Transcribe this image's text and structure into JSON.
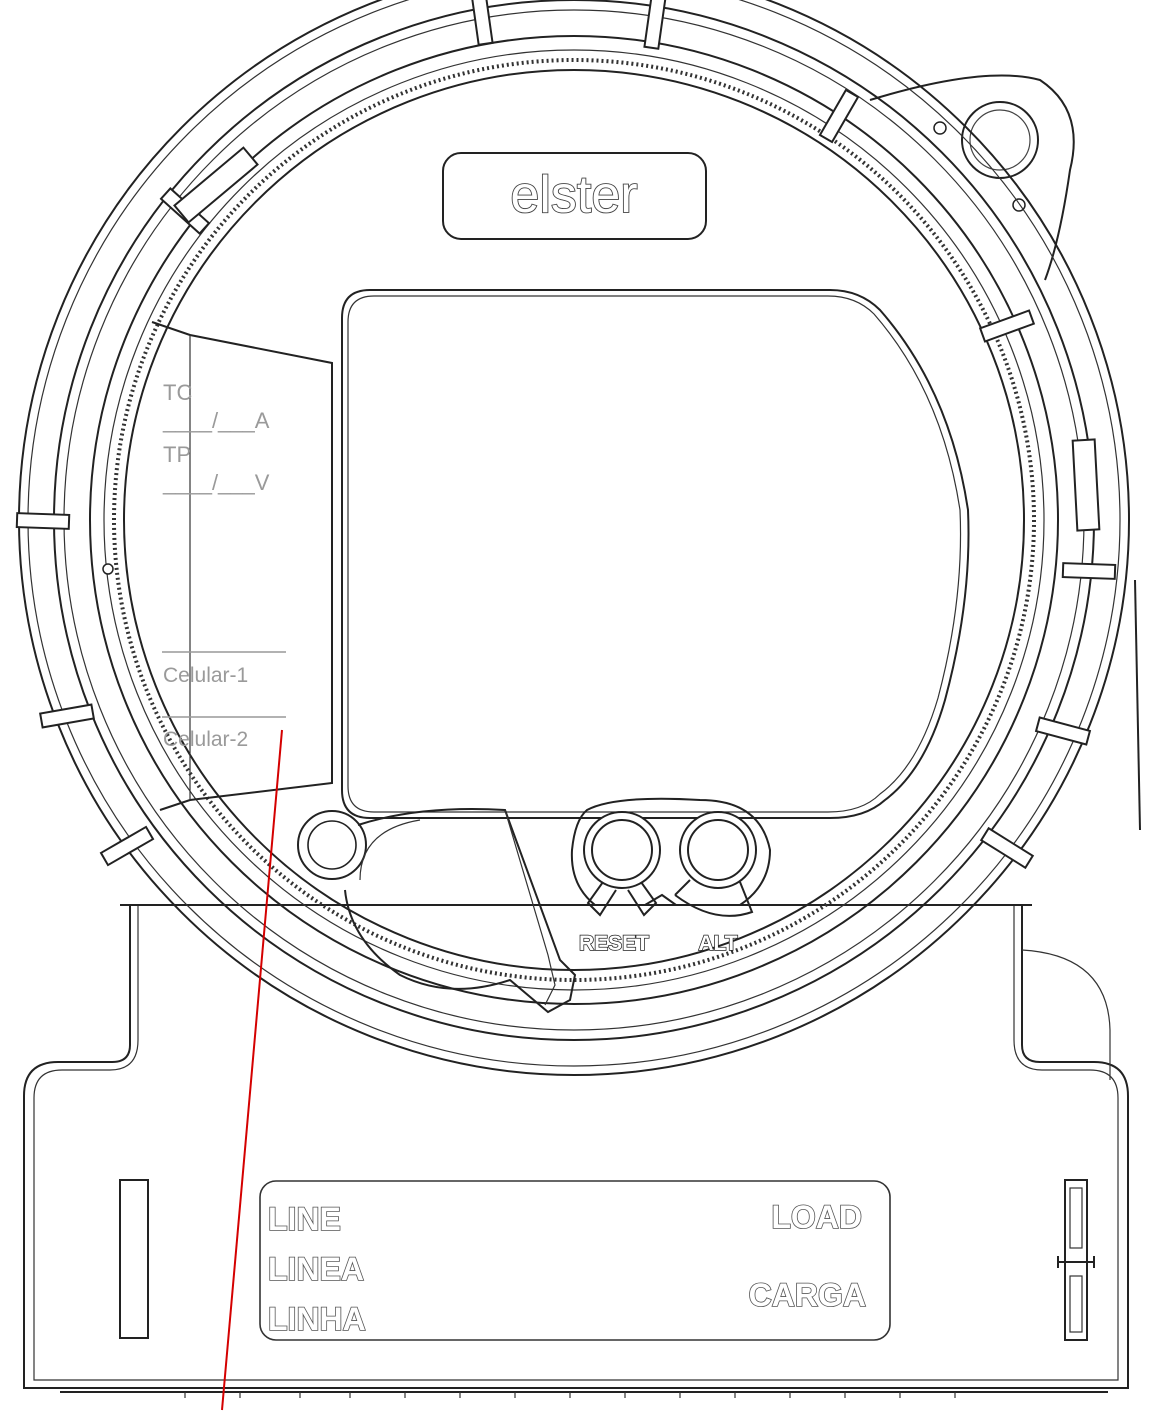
{
  "brand": {
    "logo_text": "elster"
  },
  "left_panel": {
    "tc_label": "TC",
    "tc_ratio": "____/___A",
    "tp_label": "TP",
    "tp_ratio": "____/___V",
    "cell1": "Celular-1",
    "cell2": "Celular-2"
  },
  "buttons": {
    "reset_label": "RESET",
    "alt_label": "ALT"
  },
  "terminal_plate": {
    "line_en": "LINE",
    "line_es": "LINEA",
    "line_pt": "LINHA",
    "load_en": "LOAD",
    "load_pt": "CARGA"
  },
  "colors": {
    "line": "#222222",
    "label_grey": "#9a9a9a",
    "pointer_line": "#d40000"
  }
}
